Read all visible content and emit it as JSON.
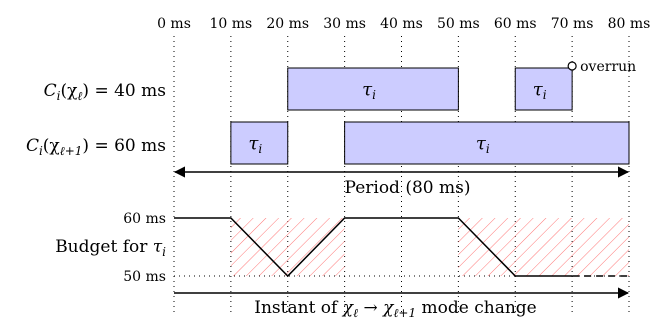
{
  "time_axis": {
    "ticks": [
      "0 ms",
      "10 ms",
      "20 ms",
      "30 ms",
      "40 ms",
      "50 ms",
      "60 ms",
      "70 ms",
      "80 ms"
    ]
  },
  "rows": [
    {
      "label_prefix": "C",
      "label_sub": "i",
      "label_arg_pre": "(χ",
      "label_arg_sub": "ℓ",
      "label_arg_post": ")",
      "label_value": " = 40 ms",
      "blocks": [
        {
          "start": 20,
          "end": 50,
          "task": "τ",
          "task_sub": "i"
        },
        {
          "start": 60,
          "end": 70,
          "task": "τ",
          "task_sub": "i"
        }
      ],
      "overrun_label": "overrun"
    },
    {
      "label_prefix": "C",
      "label_sub": "i",
      "label_arg_pre": "(χ",
      "label_arg_sub": "ℓ+1",
      "label_arg_post": ")",
      "label_value": " = 60 ms",
      "blocks": [
        {
          "start": 10,
          "end": 20,
          "task": "τ",
          "task_sub": "i"
        },
        {
          "start": 30,
          "end": 80,
          "task": "τ",
          "task_sub": "i"
        }
      ]
    }
  ],
  "period_label": "Period (80 ms)",
  "budget": {
    "label_pre": "Budget for ",
    "label_task": "τ",
    "label_task_sub": "i",
    "y_high_label": "60 ms",
    "y_low_label": "50 ms",
    "points": [
      [
        0,
        60
      ],
      [
        10,
        60
      ],
      [
        20,
        50
      ],
      [
        30,
        60
      ],
      [
        50,
        60
      ],
      [
        60,
        50
      ],
      [
        70,
        50
      ]
    ],
    "dashed_tail": [
      [
        70,
        50
      ],
      [
        80,
        50
      ]
    ],
    "hatched_intervals": [
      [
        10,
        30
      ],
      [
        50,
        80
      ]
    ]
  },
  "mode_change": {
    "pre": "Instant of ",
    "chi": "χ",
    "sub1": "ℓ",
    "arrow": " → ",
    "sub2": "ℓ+1",
    "post": " mode change"
  }
}
